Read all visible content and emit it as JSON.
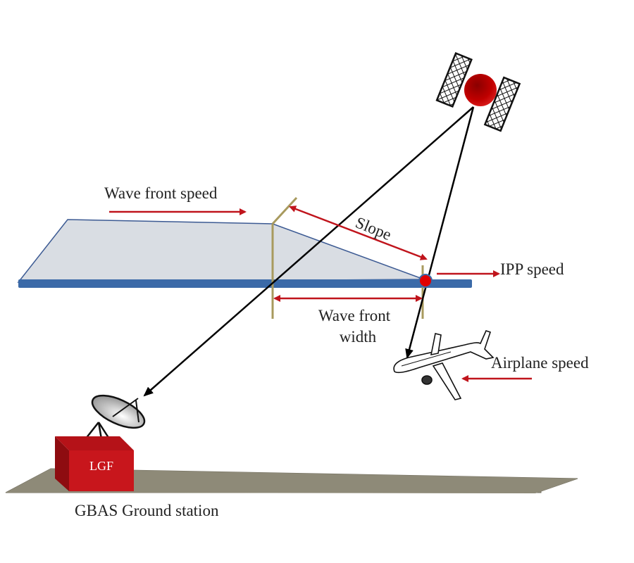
{
  "diagram": {
    "labels": {
      "wave_front_speed": "Wave front speed",
      "slope": "Slope",
      "ipp_speed": "IPP speed",
      "wave_front_width_line1": "Wave front",
      "wave_front_width_line2": "width",
      "airplane_speed": "Airplane speed",
      "lgf": "LGF",
      "ground_station": "GBAS Ground station"
    },
    "icons": {
      "satellite": "satellite-icon",
      "airplane": "airplane-icon",
      "dish": "satellite-dish-icon",
      "lgf_box": "lgf-box-icon"
    },
    "colors": {
      "arrow_red": "#c0141c",
      "front_fill": "#d9dde3",
      "front_edge": "#3c5a93",
      "ionosphere_bar": "#3b6aa8",
      "marker_pole": "#a89a5e",
      "satellite_body": "#b00000",
      "ground": "#8e8a78",
      "lgf_red": "#c8161c"
    }
  }
}
